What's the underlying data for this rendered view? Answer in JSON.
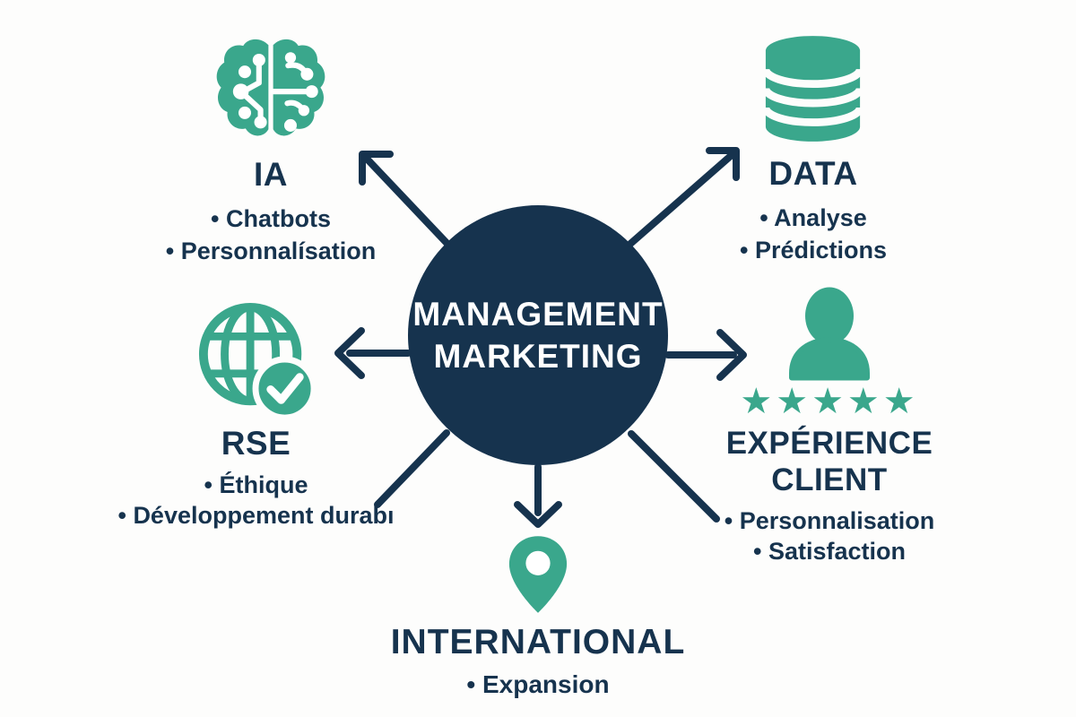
{
  "center": {
    "line1": "MANAGEMENT",
    "line2": "MARKETING"
  },
  "colors": {
    "navy": "#16334e",
    "teal": "#3aa78c",
    "background": "#fdfdfc",
    "text_on_center": "#ffffff"
  },
  "nodes": {
    "ia": {
      "label": "IA",
      "icon": "brain-circuit-icon",
      "items": [
        "• Chatbots",
        "• Personnalísation"
      ]
    },
    "data": {
      "label": "DATA",
      "icon": "database-icon",
      "items": [
        "• Analyse",
        "• Prédictions"
      ]
    },
    "rse": {
      "label": "RSE",
      "icon": "globe-check-icon",
      "items": [
        "• Éthique",
        "• Développement durabı"
      ]
    },
    "experience": {
      "label_line1": "EXPÉRIENCE",
      "label_line2": "CLIENT",
      "icon": "person-icon",
      "stars": "★★★★★",
      "items": [
        "• Personnalisation",
        "• Satisfaction"
      ]
    },
    "international": {
      "label": "INTERNATIONAL",
      "icon": "map-pin-icon",
      "items": [
        "• Expansion"
      ]
    }
  }
}
